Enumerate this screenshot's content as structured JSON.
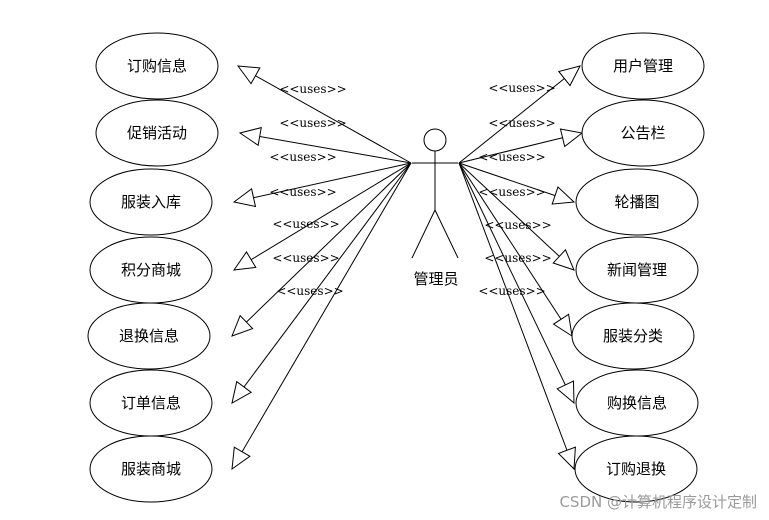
{
  "actor": {
    "label": "管理员"
  },
  "stereotype": "<<uses>>",
  "left_use_cases": [
    "订购信息",
    "促销活动",
    "服装入库",
    "积分商城",
    "退换信息",
    "订单信息",
    "服装商城"
  ],
  "right_use_cases": [
    "用户管理",
    "公告栏",
    "轮播图",
    "新闻管理",
    "服装分类",
    "购换信息",
    "订购退换"
  ],
  "watermark": "CSDN @计算机程序设计定制"
}
